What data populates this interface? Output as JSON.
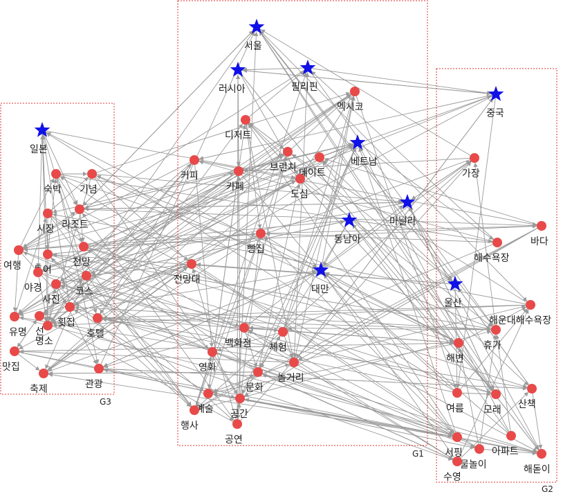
{
  "groups": [
    {
      "id": "G1",
      "label": "G1"
    },
    {
      "id": "G2",
      "label": "G2"
    },
    {
      "id": "G3",
      "label": "G3"
    }
  ],
  "nodes": [
    {
      "id": "seoul",
      "label": "서울",
      "kind": "star"
    },
    {
      "id": "russia",
      "label": "러시아",
      "kind": "star"
    },
    {
      "id": "philippines",
      "label": "필리핀",
      "kind": "star"
    },
    {
      "id": "mexico",
      "label": "멕시코",
      "kind": "dot"
    },
    {
      "id": "china",
      "label": "중국",
      "kind": "star"
    },
    {
      "id": "dessert",
      "label": "디저트",
      "kind": "dot"
    },
    {
      "id": "vietnam",
      "label": "베트남",
      "kind": "star"
    },
    {
      "id": "japan",
      "label": "일본",
      "kind": "star"
    },
    {
      "id": "coffee",
      "label": "커피",
      "kind": "dot"
    },
    {
      "id": "brunch",
      "label": "브런치",
      "kind": "dot"
    },
    {
      "id": "date",
      "label": "데이트",
      "kind": "dot"
    },
    {
      "id": "cafe",
      "label": "카페",
      "kind": "dot"
    },
    {
      "id": "downtown",
      "label": "도심",
      "kind": "dot"
    },
    {
      "id": "store",
      "label": "가장",
      "kind": "dot"
    },
    {
      "id": "lodging",
      "label": "숙박",
      "kind": "dot"
    },
    {
      "id": "memorial",
      "label": "기념",
      "kind": "dot"
    },
    {
      "id": "manila",
      "label": "마닐라",
      "kind": "star"
    },
    {
      "id": "resort",
      "label": "리조트",
      "kind": "dot"
    },
    {
      "id": "market",
      "label": "시장",
      "kind": "dot"
    },
    {
      "id": "seasia",
      "label": "동남아",
      "kind": "star"
    },
    {
      "id": "bakery",
      "label": "빵집",
      "kind": "dot"
    },
    {
      "id": "sea",
      "label": "바다",
      "kind": "dot"
    },
    {
      "id": "beach",
      "label": "해수욕장",
      "kind": "dot"
    },
    {
      "id": "travel",
      "label": "여행",
      "kind": "dot"
    },
    {
      "id": "tour",
      "label": "투어",
      "kind": "dot"
    },
    {
      "id": "view",
      "label": "전망",
      "kind": "dot"
    },
    {
      "id": "observatory",
      "label": "전망대",
      "kind": "dot"
    },
    {
      "id": "night",
      "label": "야경",
      "kind": "dot"
    },
    {
      "id": "course",
      "label": "코스",
      "kind": "dot"
    },
    {
      "id": "photo",
      "label": "사진",
      "kind": "dot"
    },
    {
      "id": "taiwan",
      "label": "대만",
      "kind": "star"
    },
    {
      "id": "ulsan",
      "label": "울산",
      "kind": "star"
    },
    {
      "id": "haeundae",
      "label": "해운대해수욕장",
      "kind": "dot"
    },
    {
      "id": "sashimi",
      "label": "횟집",
      "kind": "dot"
    },
    {
      "id": "hotel",
      "label": "호텔",
      "kind": "dot"
    },
    {
      "id": "attraction",
      "label": "명소",
      "kind": "dot"
    },
    {
      "id": "famous",
      "label": "유명",
      "kind": "dot"
    },
    {
      "id": "line",
      "label": "선",
      "kind": "dot"
    },
    {
      "id": "dept",
      "label": "백화점",
      "kind": "dot"
    },
    {
      "id": "experience",
      "label": "체험",
      "kind": "dot"
    },
    {
      "id": "vacation",
      "label": "휴가",
      "kind": "dot"
    },
    {
      "id": "coast",
      "label": "해변",
      "kind": "dot"
    },
    {
      "id": "restaurant",
      "label": "맛집",
      "kind": "dot"
    },
    {
      "id": "movie",
      "label": "영화",
      "kind": "dot"
    },
    {
      "id": "playground",
      "label": "놀거리",
      "kind": "dot"
    },
    {
      "id": "tourism",
      "label": "관광",
      "kind": "dot"
    },
    {
      "id": "festival",
      "label": "축제",
      "kind": "dot"
    },
    {
      "id": "culture",
      "label": "문화",
      "kind": "dot"
    },
    {
      "id": "summer",
      "label": "여름",
      "kind": "dot"
    },
    {
      "id": "sand",
      "label": "모래",
      "kind": "dot"
    },
    {
      "id": "walk",
      "label": "산책",
      "kind": "dot"
    },
    {
      "id": "art",
      "label": "예술",
      "kind": "dot"
    },
    {
      "id": "space",
      "label": "공간",
      "kind": "dot"
    },
    {
      "id": "event",
      "label": "행사",
      "kind": "dot"
    },
    {
      "id": "performance",
      "label": "공연",
      "kind": "dot"
    },
    {
      "id": "surf",
      "label": "서핑",
      "kind": "dot"
    },
    {
      "id": "apartment",
      "label": "아파트",
      "kind": "dot"
    },
    {
      "id": "waterplay",
      "label": "물놀이",
      "kind": "dot"
    },
    {
      "id": "swim",
      "label": "수영",
      "kind": "dot"
    },
    {
      "id": "sunrise",
      "label": "해돋이",
      "kind": "dot"
    }
  ]
}
